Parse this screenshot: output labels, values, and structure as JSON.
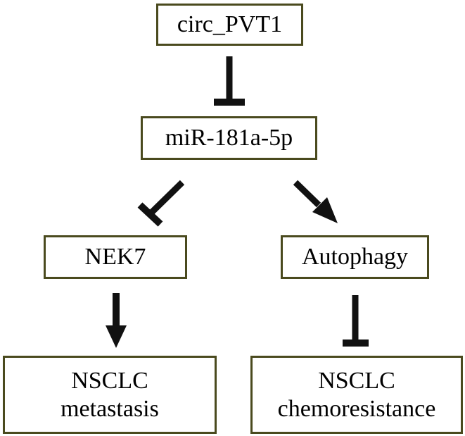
{
  "nodes": {
    "circ_pvt1": "circ_PVT1",
    "mir_181a_5p": "miR-181a-5p",
    "nek7": "NEK7",
    "autophagy": "Autophagy",
    "metastasis": {
      "line1": "NSCLC",
      "line2": "metastasis"
    },
    "chemoresistance": {
      "line1": "NSCLC",
      "line2": "chemoresistance"
    }
  },
  "edges": [
    {
      "from": "circ_PVT1",
      "to": "miR-181a-5p",
      "type": "inhibition"
    },
    {
      "from": "miR-181a-5p",
      "to": "NEK7",
      "type": "inhibition"
    },
    {
      "from": "miR-181a-5p",
      "to": "Autophagy",
      "type": "activation"
    },
    {
      "from": "NEK7",
      "to": "NSCLC metastasis",
      "type": "activation"
    },
    {
      "from": "Autophagy",
      "to": "NSCLC chemoresistance",
      "type": "inhibition"
    }
  ],
  "colors": {
    "box_border": "#4a4a1e",
    "connector": "#111111",
    "text": "#000000",
    "background": "#ffffff"
  }
}
